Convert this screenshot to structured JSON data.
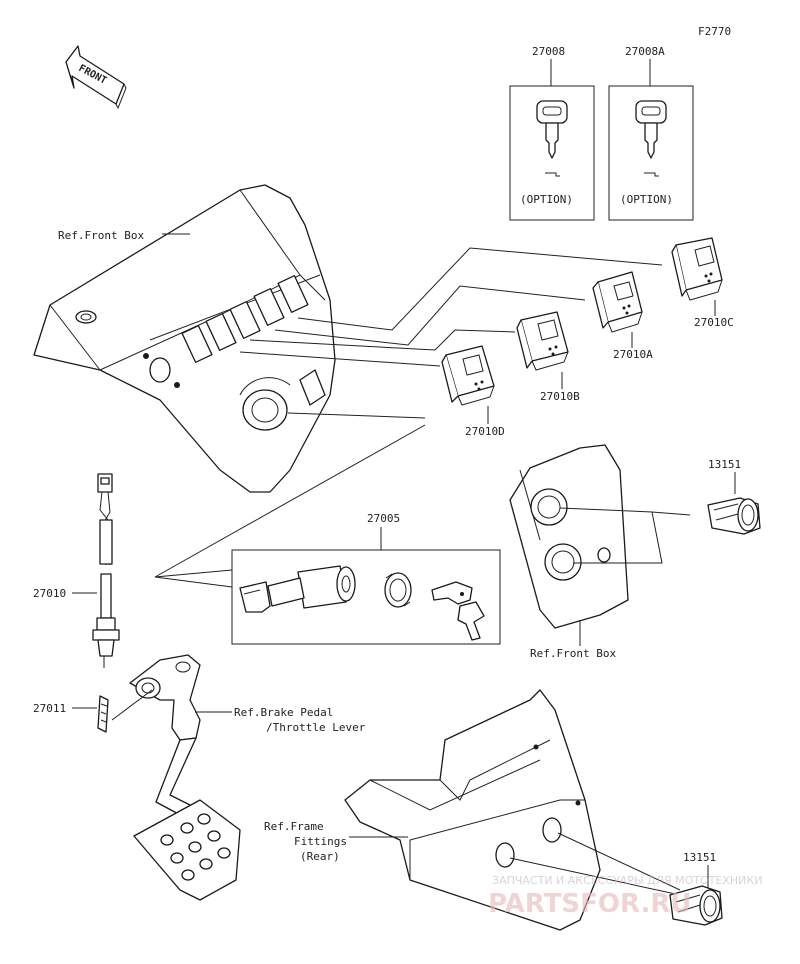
{
  "figure_code": "F2770",
  "front_label": "FRONT",
  "keys": [
    {
      "part": "27008",
      "option": "(OPTION)"
    },
    {
      "part": "27008A",
      "option": "(OPTION)"
    }
  ],
  "labels": {
    "ref_front_box_top": "Ref.Front Box",
    "ref_front_box_bottom": "Ref.Front Box",
    "ref_brake_line1": "Ref.Brake Pedal",
    "ref_brake_line2": "/Throttle Lever",
    "ref_frame_line1": "Ref.Frame",
    "ref_frame_line2": "Fittings",
    "ref_frame_line3": "(Rear)"
  },
  "parts": {
    "p27010C": "27010C",
    "p27010A": "27010A",
    "p27010B": "27010B",
    "p27010D": "27010D",
    "p13151_top": "13151",
    "p13151_bottom": "13151",
    "p27005": "27005",
    "p27010": "27010",
    "p27011": "27011"
  },
  "watermark": {
    "small": "ЗАПЧАСТИ И АКСЕССУАРЫ ДЛЯ МОТОТЕХНИКИ",
    "big": "PARTSFOR.RU"
  }
}
